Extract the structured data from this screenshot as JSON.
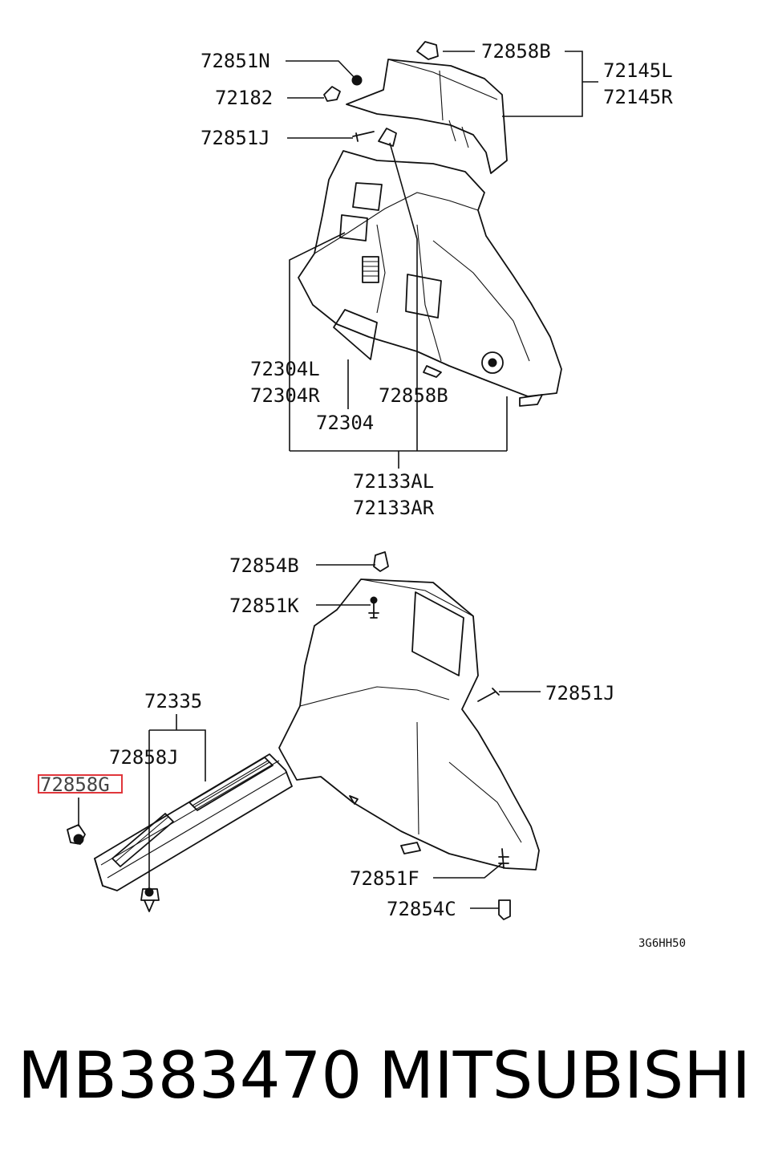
{
  "labels": {
    "p72851N": "72851N",
    "p72858B_top": "72858B",
    "p72145L": "72145L",
    "p72145R": "72145R",
    "p72182": "72182",
    "p72851J_top": "72851J",
    "p72304L": "72304L",
    "p72304R": "72304R",
    "p72858B_mid": "72858B",
    "p72304": "72304",
    "p72133AL": "72133AL",
    "p72133AR": "72133AR",
    "p72854B": "72854B",
    "p72851K": "72851K",
    "p72851J_bottom": "72851J",
    "p72335": "72335",
    "p72858J": "72858J",
    "p72858G": "72858G",
    "p72851F": "72851F",
    "p72854C": "72854C"
  },
  "diagram_code": "3G6HH50",
  "footer": {
    "part_number": "MB383470",
    "brand": "MITSUBISHI"
  },
  "highlight": {
    "part": "72858G",
    "color": "#e0363b"
  }
}
